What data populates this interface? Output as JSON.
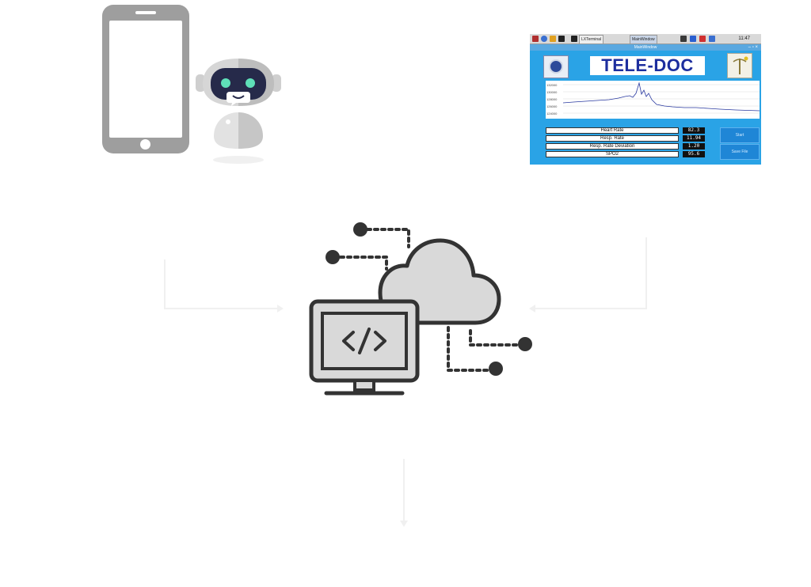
{
  "telemed_screen": {
    "taskbar": {
      "tasks": [
        "LXTerminal",
        "MainWindow"
      ],
      "clock": "11:47"
    },
    "window_title": "MainWindow",
    "brand": "TELE-DOC",
    "chart_ticks": [
      "132000",
      "130000",
      "128000",
      "126000",
      "124000"
    ],
    "vitals": [
      {
        "label": "Heart Rate",
        "value": "82.3"
      },
      {
        "label": "Resp. Rate",
        "value": "11.94"
      },
      {
        "label": "Resp. Rate Deviation",
        "value": "1.20"
      },
      {
        "label": "SPO2",
        "value": "95.6"
      }
    ],
    "side_buttons": [
      "Start",
      "Save File"
    ]
  },
  "icons": {
    "phone": "smartphone-icon",
    "robot": "chatbot-robot-icon",
    "server": "cloud-computing-icon",
    "code": "code-brackets-icon"
  },
  "colors": {
    "gray_dark": "#333333",
    "gray_light": "#d9d9d9",
    "phone_gray": "#9e9e9e",
    "robot_eye": "#5fe0b8",
    "screen_blue": "#2aa3e6",
    "brand_text": "#1d2e9e"
  }
}
